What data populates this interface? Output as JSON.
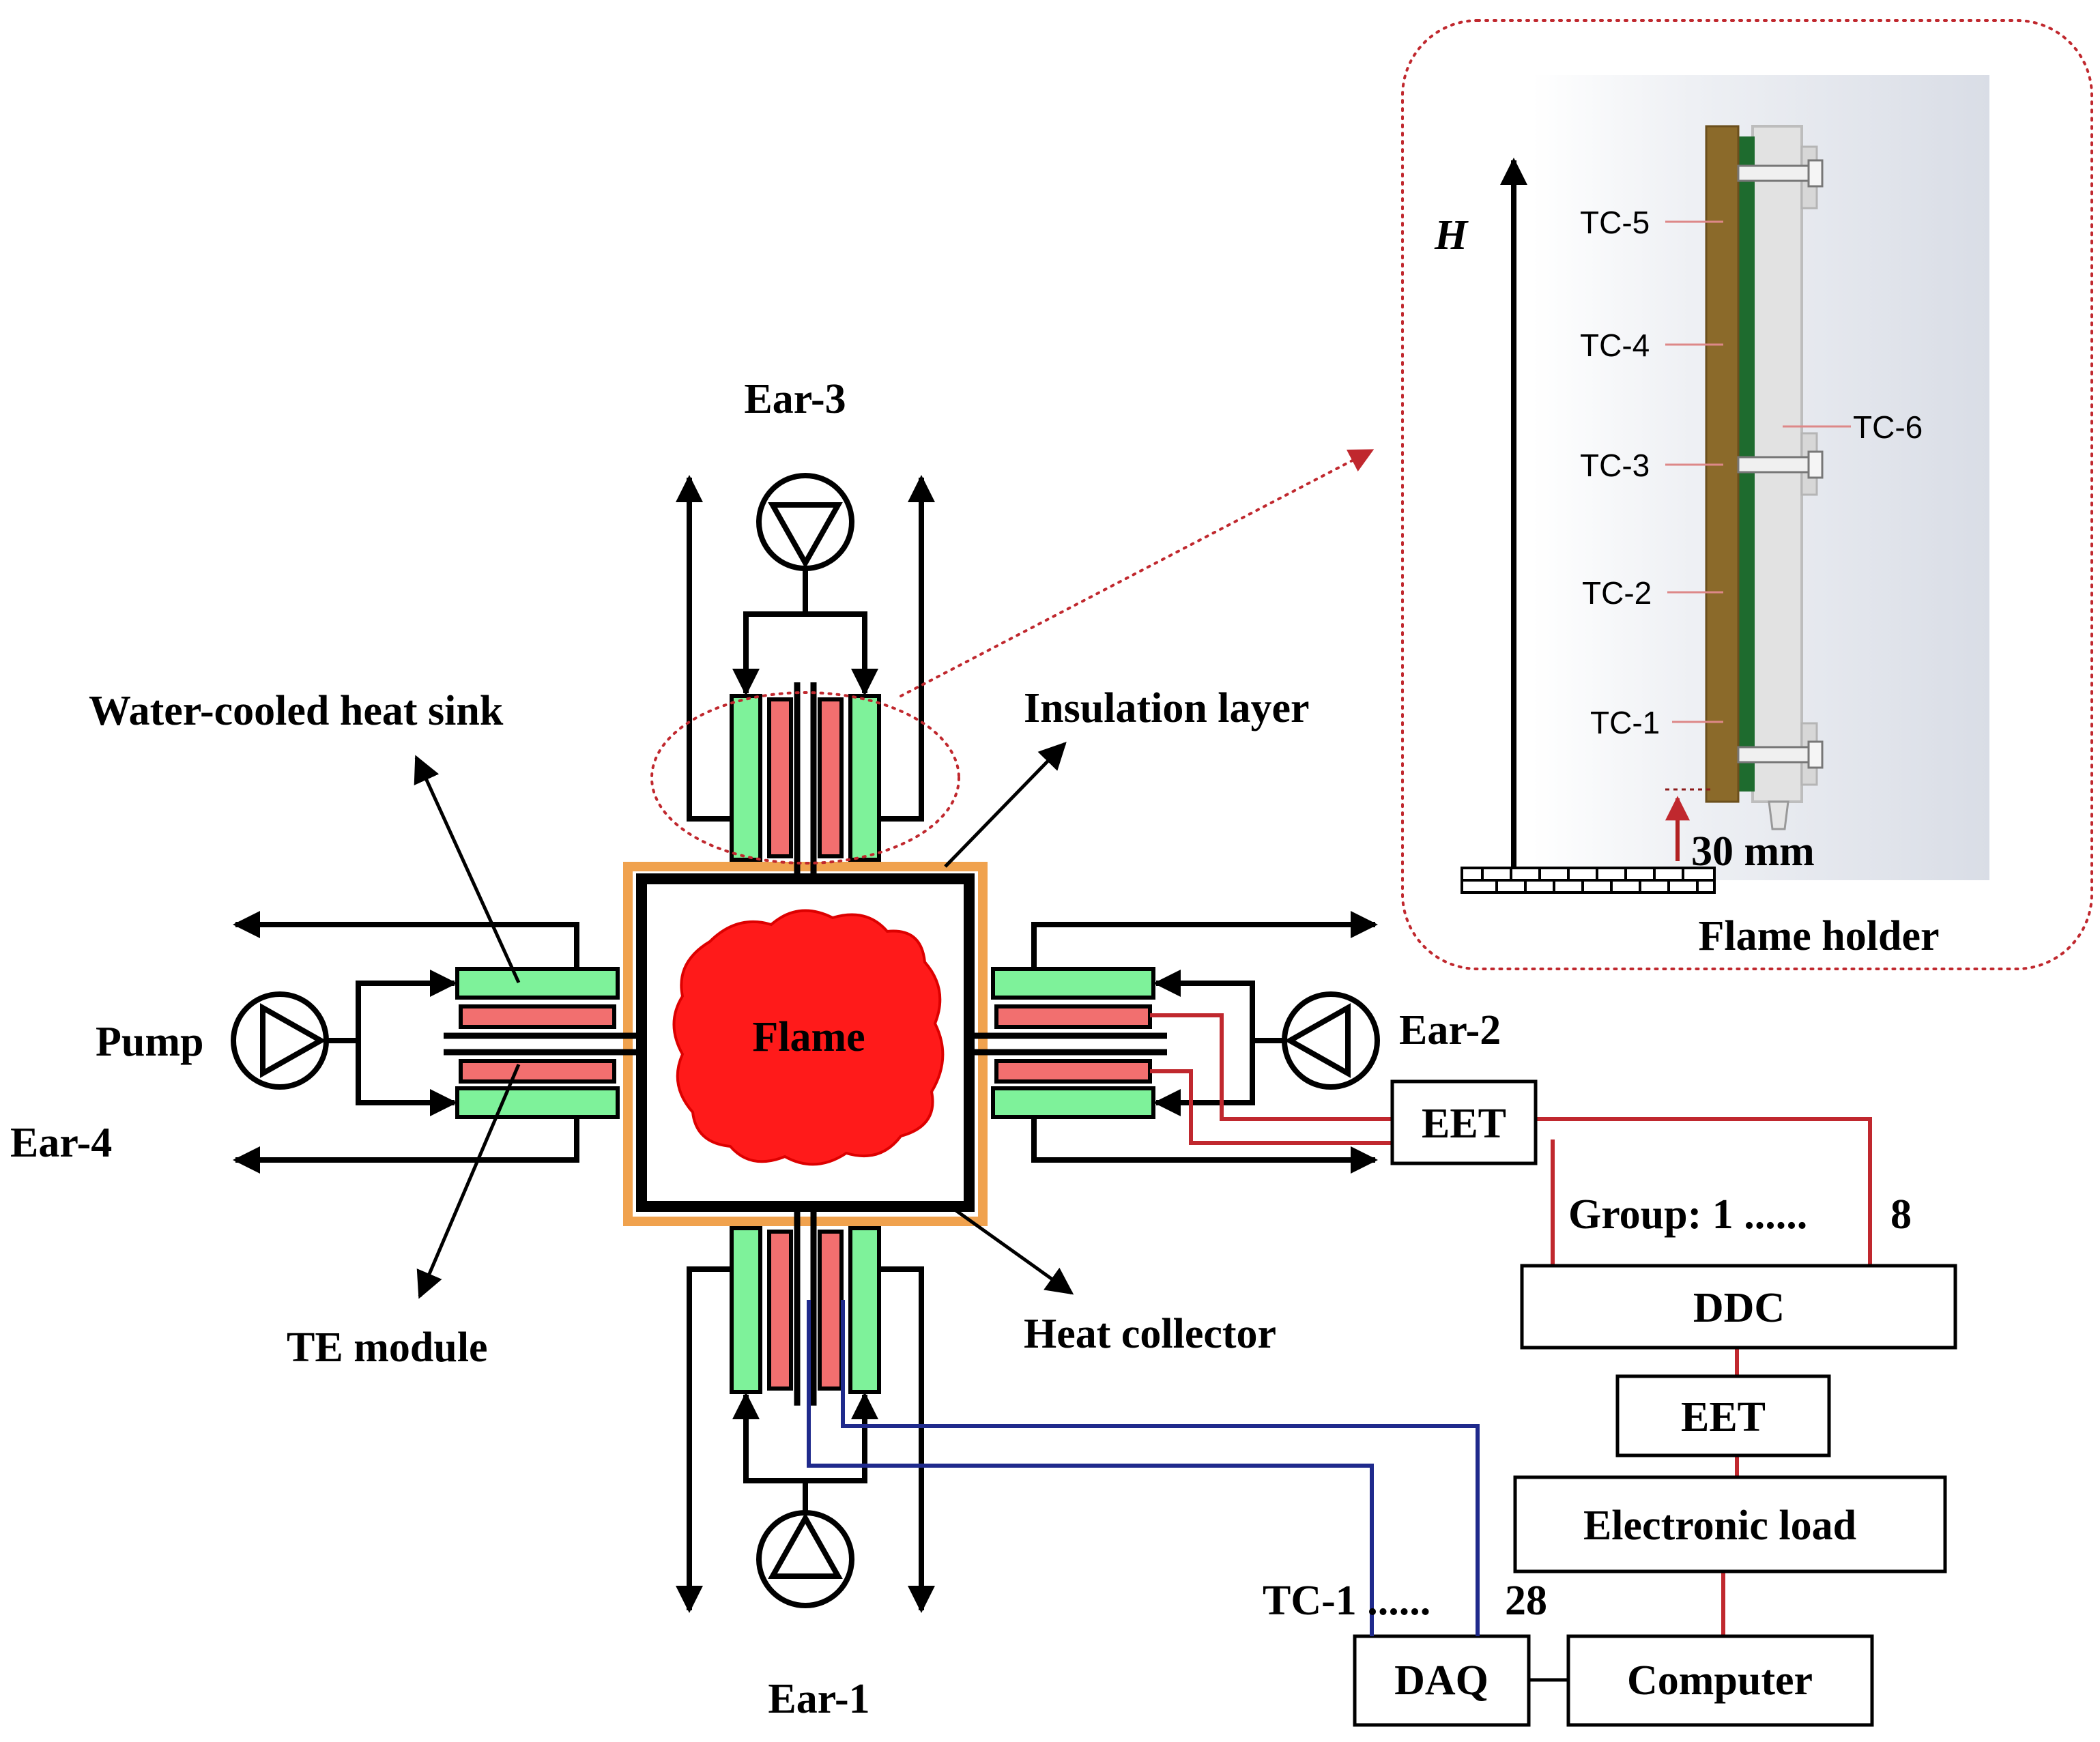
{
  "labels": {
    "ear1": "Ear-1",
    "ear2": "Ear-2",
    "ear3": "Ear-3",
    "ear4": "Ear-4",
    "pump": "Pump",
    "flame": "Flame",
    "water_cooled_heat_sink": "Water-cooled heat sink",
    "insulation_layer": "Insulation layer",
    "te_module": "TE module",
    "heat_collector": "Heat collector",
    "eet_top": "EET",
    "eet_bottom": "EET",
    "group_range": "Group: 1 ......",
    "group_end": "8",
    "ddc": "DDC",
    "electronic_load": "Electronic load",
    "computer": "Computer",
    "daq": "DAQ",
    "tc_range": "TC-1 ......",
    "tc_end": "28"
  },
  "inset": {
    "axis_label": "H",
    "thermocouples": [
      "TC-5",
      "TC-4",
      "TC-3",
      "TC-2",
      "TC-1",
      "TC-6"
    ],
    "offset_label": "30 mm",
    "holder_label": "Flame holder"
  },
  "colors": {
    "heat_sink": "#7ef29a",
    "te_module": "#f26f6f",
    "flame": "#ff1a1a",
    "insulation": "#f0a24e",
    "power_wire": "#c0282e",
    "signal_wire": "#1f2a8c",
    "callout": "#c0282e",
    "copper_plate": "#8b6a2a",
    "green_layer": "#1e6b2e",
    "holder_metal": "#e2e2e2"
  }
}
